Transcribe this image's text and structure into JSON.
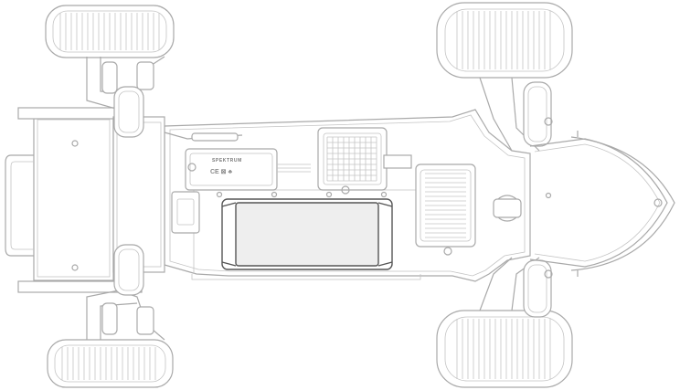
{
  "diagram": {
    "components": [
      {
        "id": "front-left-wheel",
        "label": ""
      },
      {
        "id": "front-right-wheel",
        "label": ""
      },
      {
        "id": "rear-left-wheel",
        "label": ""
      },
      {
        "id": "rear-right-wheel",
        "label": ""
      },
      {
        "id": "battery-pack",
        "label": ""
      },
      {
        "id": "receiver",
        "label": ""
      },
      {
        "id": "esc",
        "label": ""
      },
      {
        "id": "motor",
        "label": ""
      },
      {
        "id": "front-bumper",
        "label": ""
      },
      {
        "id": "wing-mount",
        "label": ""
      }
    ],
    "receiver_brand_label": "SPEKTRUM",
    "receiver_marks": "CE ⊠ ♣"
  },
  "colors": {
    "line": "#a9a9a9",
    "battery_outline": "#555555",
    "battery_fill": "#eeeeee",
    "background": "#ffffff"
  }
}
